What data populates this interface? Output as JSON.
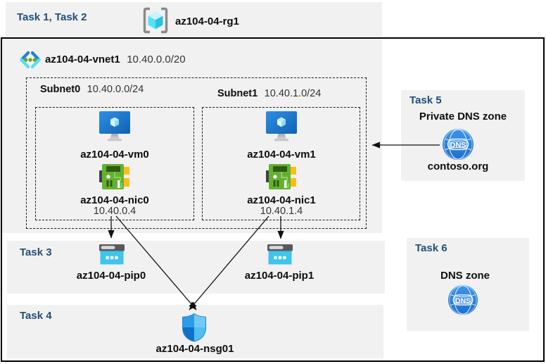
{
  "header": {
    "task_label": "Task 1, Task 2",
    "resource_group_name": "az104-04-rg1"
  },
  "vnet": {
    "name": "az104-04-vnet1",
    "cidr": "10.40.0.0/20"
  },
  "subnets": [
    {
      "label": "Subnet0",
      "cidr": "10.40.0.0/24",
      "vm_name": "az104-04-vm0",
      "nic_name": "az104-04-nic0",
      "nic_ip": "10.40.0.4"
    },
    {
      "label": "Subnet1",
      "cidr": "10.40.1.0/24",
      "vm_name": "az104-04-vm1",
      "nic_name": "az104-04-nic1",
      "nic_ip": "10.40.1.4"
    }
  ],
  "task3": {
    "label": "Task 3",
    "pips": [
      "az104-04-pip0",
      "az104-04-pip1"
    ]
  },
  "task4": {
    "label": "Task 4",
    "nsg_name": "az104-04-nsg01"
  },
  "task5": {
    "label": "Task 5",
    "title": "Private DNS zone",
    "zone_name": "contoso.org",
    "dns_badge": "DNS"
  },
  "task6": {
    "label": "Task 6",
    "title": "DNS zone",
    "dns_badge": "DNS"
  },
  "colors": {
    "task_label": "#1F4E79",
    "panel_bg": "#F1F1F1",
    "border": "#000000",
    "vm_blue": "#1E7AD0",
    "nic_green": "#63B22F",
    "pip_cyan": "#3CC5EE",
    "nsg_blue": "#2D9CE8",
    "dns_blue": "#2E86DC"
  }
}
